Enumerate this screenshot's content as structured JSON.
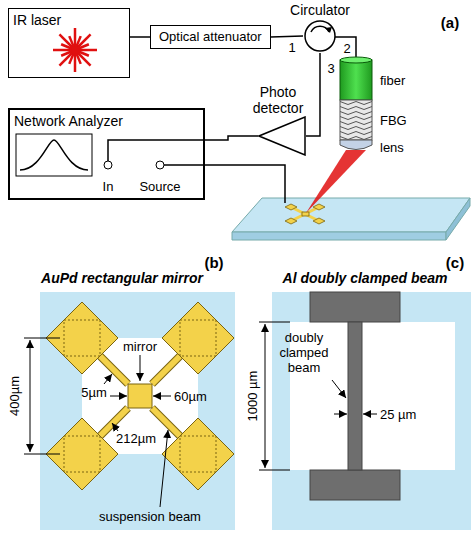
{
  "diagram": {
    "nodes": [
      {
        "text": [
          "IR laser"
        ]
      },
      {
        "text": [
          "Optical attenuator"
        ]
      },
      {
        "text": [
          "Circulator"
        ]
      },
      {
        "text": [
          "Photo detector"
        ]
      },
      {
        "text": [
          "Network Analyzer"
        ]
      }
    ],
    "edges": [
      {
        "from": 0,
        "to": 1,
        "arrow": "none"
      },
      {
        "from": 1,
        "to": 2,
        "arrow": "none"
      },
      {
        "from": 2,
        "to": 3,
        "arrow": "none"
      },
      {
        "from": 3,
        "to": 4,
        "arrow": "none"
      }
    ],
    "labels": [
      "(a)",
      "1",
      "2",
      "3",
      "In",
      "Source",
      "fiber",
      "FBG",
      "lens",
      "(b)",
      "AuPd rectangular mirror",
      "400µm",
      "5µm",
      "60µm",
      "mirror",
      "212µm",
      "suspension beam",
      "(c)",
      "Al doubly clamped beam",
      "1000 µm",
      "doubly clamped beam",
      "25 µm"
    ]
  }
}
